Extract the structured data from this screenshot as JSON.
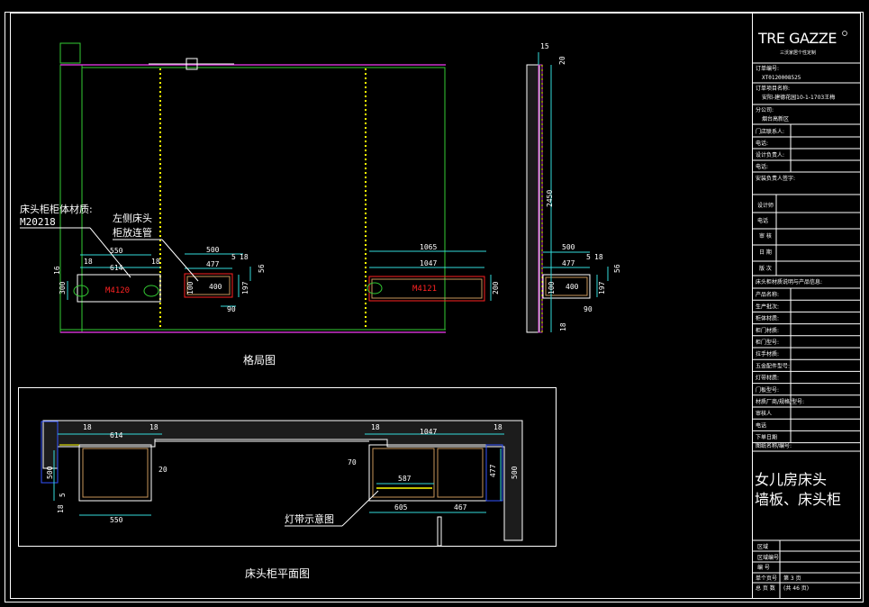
{
  "brand": {
    "logo_text": "TRE GAZZE",
    "logo_sub": "三沃家居个性定制"
  },
  "titleblock": {
    "order_no_label": "订单编号:",
    "order_no_value": "XT0120008525",
    "project_label": "订单项目名称:",
    "project_value": "安阳-建德花园10-1-1703王梅",
    "branch_label": "分公司:",
    "branch_value": "烟台高新区",
    "contact_label": "门店联系人:",
    "phone_label": "电话:",
    "designer_label": "设计负责人:",
    "phone2_label": "电话:",
    "installer_label": "安装负责人签字:",
    "design_label": "设计师",
    "phone3_label": "电话",
    "review_label": "审 核",
    "date_label": "日 期",
    "version_label": "版 次",
    "materials_label": "床头柜材质说明与产品信息:",
    "rows": [
      "产品名称:",
      "生产批次:",
      "柜体材质:",
      "柜门材质:",
      "柜门型号:",
      "拉手材质:",
      "五金配件型号:",
      "灯带材质:",
      "门板型号:",
      "材质厂商/规格/型号:",
      "审核人",
      "电话",
      "下单日期"
    ],
    "drawing_name_label": "图纸名称/编号:",
    "drawing_title_1": "女儿房床头",
    "drawing_title_2": "墙板、床头柜",
    "area_label": "区域",
    "zone_label": "区域编号",
    "number_label": "编 号",
    "page_label": "单个页号",
    "page_value": "第 3 页",
    "total_label": "总 页 数",
    "total_value": "(共 46 页)"
  },
  "elevation": {
    "caption": "格局图",
    "note_material_1": "床头柜柜体材质:",
    "note_material_2": "M20218",
    "note_left_1": "左侧床头",
    "note_left_2": "柜放连管",
    "left_cab_label": "M4120",
    "right_cab_label": "M4121",
    "dims": {
      "d550": "550",
      "d18a": "18",
      "d614": "614",
      "d18b": "18",
      "d500": "500",
      "d477": "477",
      "d5": "5",
      "d18c": "18",
      "d400": "400",
      "d197": "197",
      "d100": "100",
      "d90": "90",
      "d56": "56",
      "d1065": "1065",
      "d1047": "1047",
      "d200": "200",
      "d300": "300",
      "d16": "16"
    }
  },
  "side": {
    "top_15": "15",
    "top_20": "20",
    "height": "2450",
    "d500": "500",
    "d477": "477",
    "d5": "5",
    "d18": "18",
    "d400": "400",
    "d197": "197",
    "d100": "100",
    "d90": "90",
    "d18b": "18",
    "d56": "56"
  },
  "plan": {
    "caption": "床头柜平面图",
    "led_note": "灯带示意图",
    "dims": {
      "d18a": "18",
      "d614": "614",
      "d18b": "18",
      "d20": "20",
      "d500": "500",
      "d5": "5",
      "d18c": "18",
      "d550": "550",
      "d18d": "18",
      "d1047": "1047",
      "d18e": "18",
      "d70": "70",
      "d587": "587",
      "d477": "477",
      "d500b": "500",
      "d605": "605",
      "d467": "467"
    }
  },
  "colors": {
    "background": "#000000",
    "line_white": "#ffffff",
    "line_green": "#33cc33",
    "line_magenta": "#cc33cc",
    "dim_cyan": "#33dddd",
    "line_yellow": "#ffff00",
    "line_blue": "#3355ff",
    "line_red": "#ff2222",
    "tan": "#c8965a"
  }
}
